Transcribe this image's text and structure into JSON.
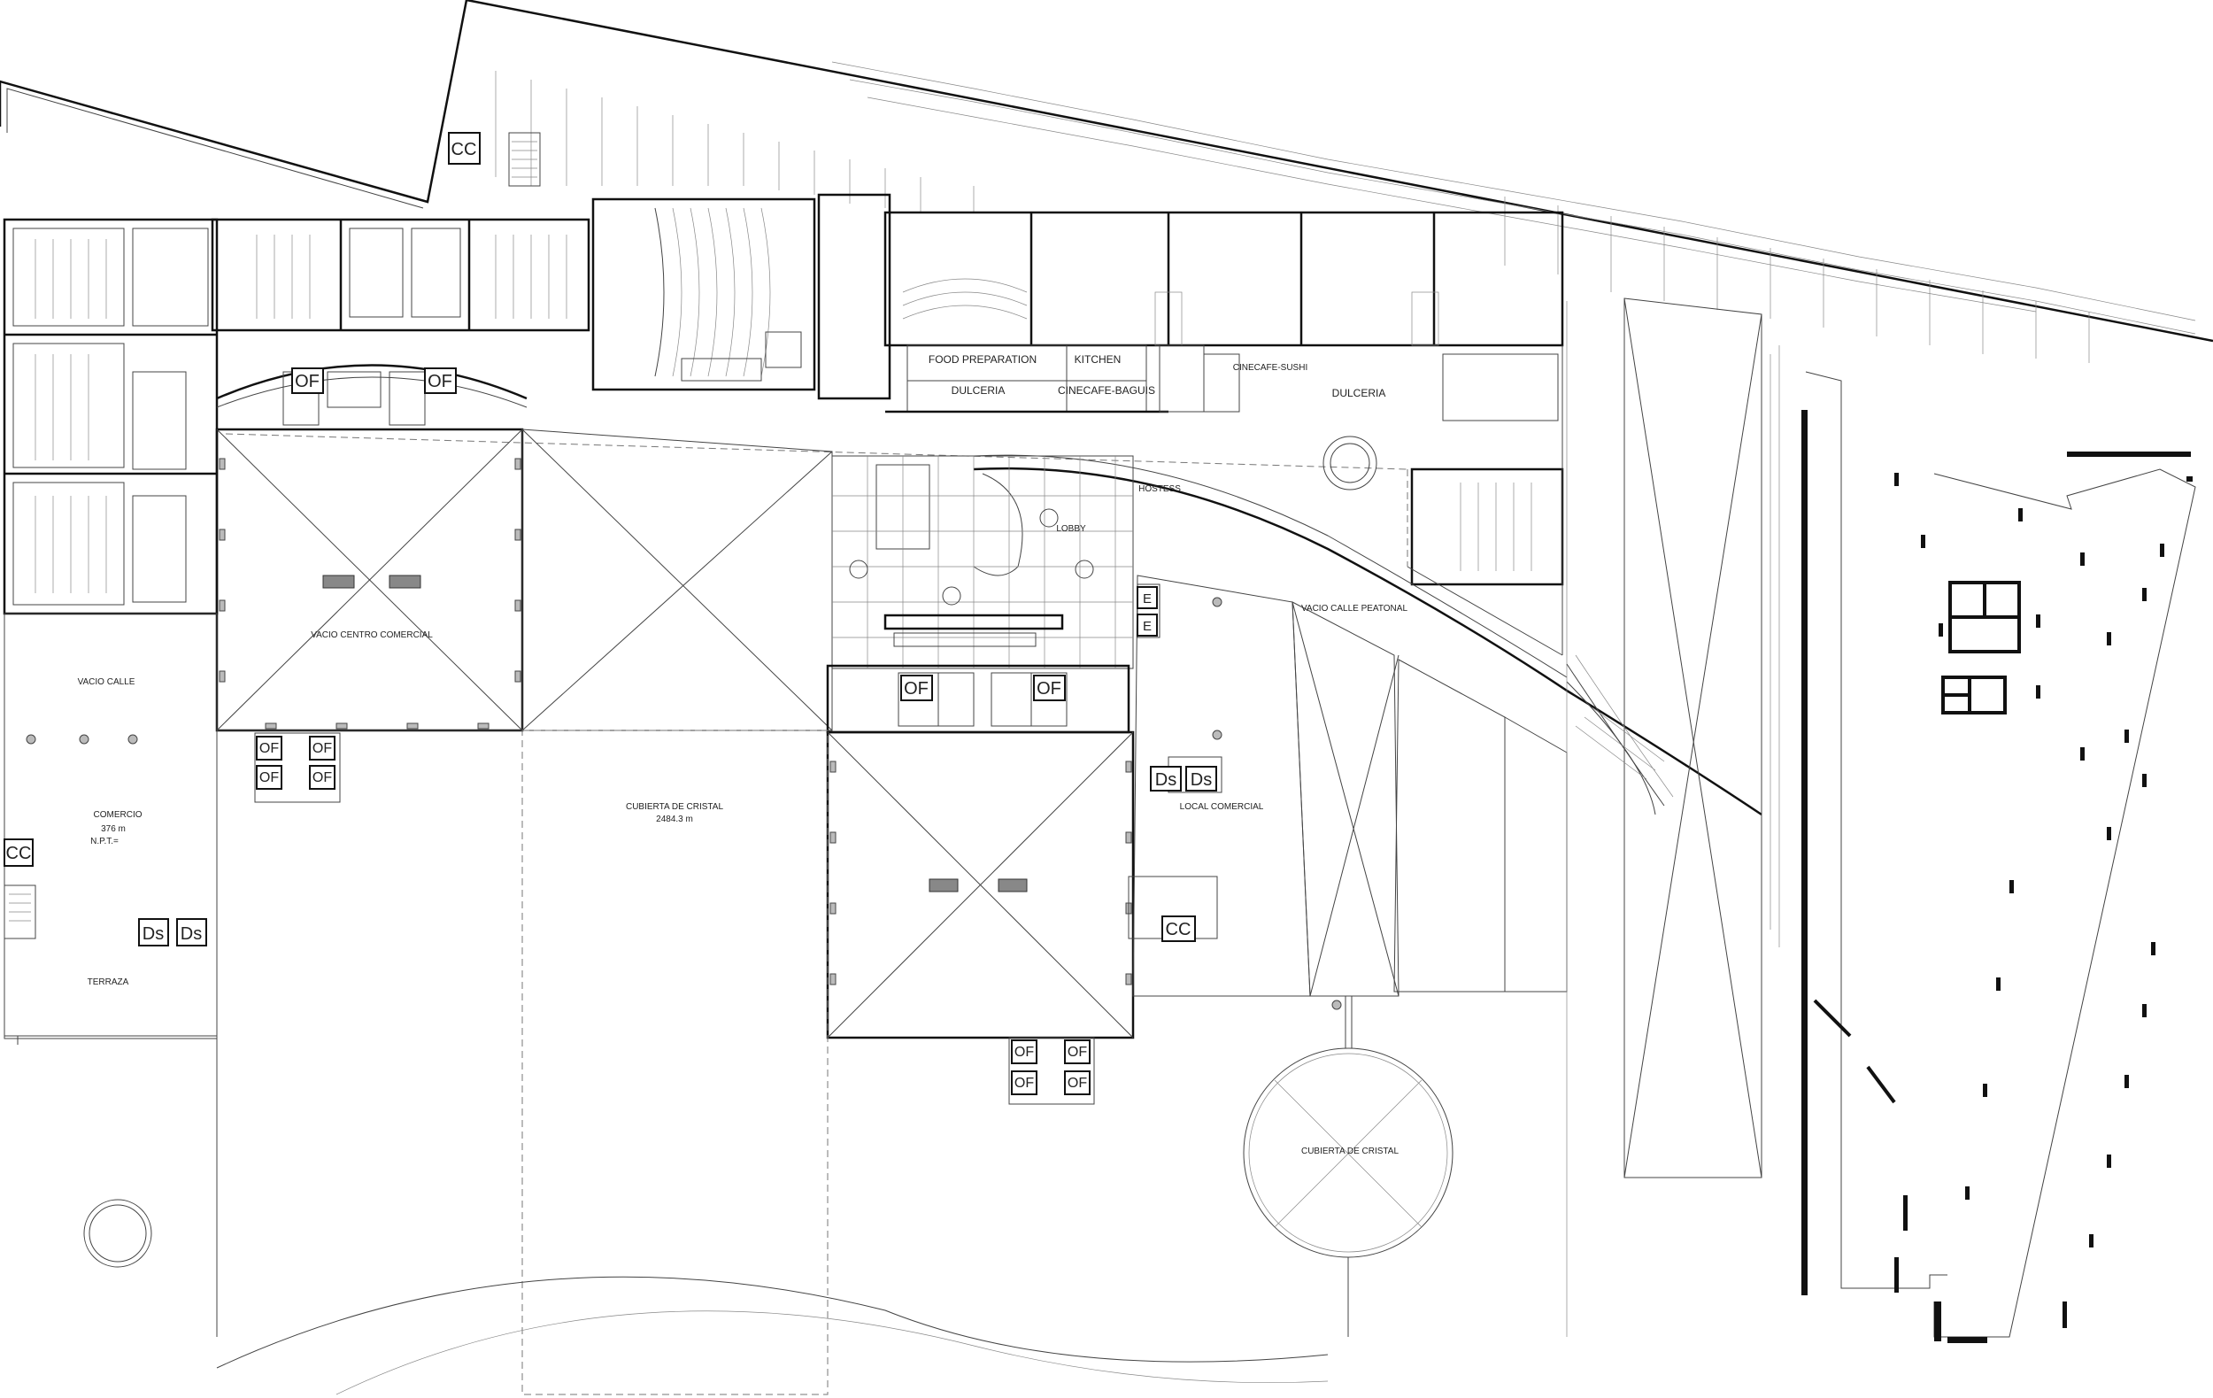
{
  "labels": {
    "food_preparation": "FOOD PREPARATION",
    "kitchen": "KITCHEN",
    "dulceria_left": "DULCERIA",
    "cinecafe_baguis": "CINECAFE-BAGUIS",
    "cinecafe_sushi": "CINECAFE-SUSHI",
    "dulceria_right": "DULCERIA",
    "hostess": "HOSTESS",
    "lobby": "LOBBY",
    "vacio_centro_comercial": "VACIO CENTRO COMERCIAL",
    "vacio_calle_peatonal": "VACIO CALLE PEATONAL",
    "vacio_calle": "VACIO CALLE",
    "comercio": "COMERCIO",
    "comercio_area": "376 m",
    "npt": "N.P.T.=",
    "terraza": "TERRAZA",
    "cubierta_de_cristal": "CUBIERTA DE CRISTAL",
    "cubierta_area": "2484.3 m",
    "cubierta_de_cristal_round": "CUBIERTA DE CRISTAL",
    "local_comercial": "LOCAL COMERCIAL"
  },
  "tags": {
    "cc": "CC",
    "of": "OF",
    "ds": "Ds",
    "e": "E"
  }
}
